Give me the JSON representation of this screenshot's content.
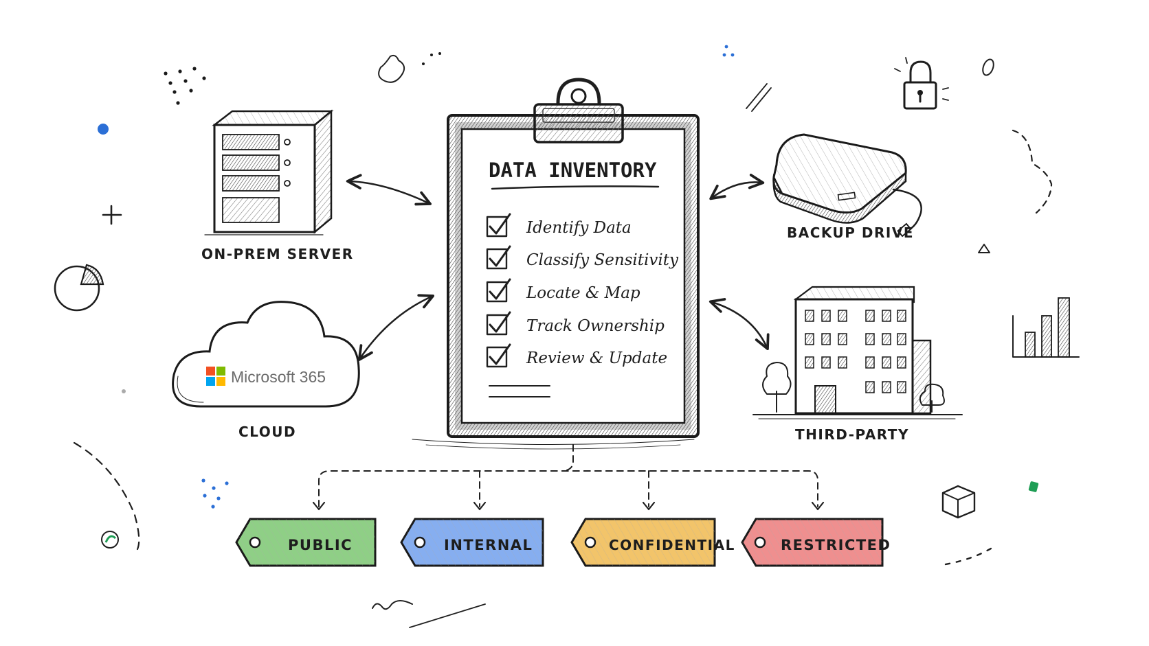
{
  "clipboard": {
    "title": "DATA INVENTORY",
    "checklist": [
      "Identify Data",
      "Classify Sensitivity",
      "Locate & Map",
      "Track Ownership",
      "Review & Update"
    ]
  },
  "sources": {
    "on_prem": "ON-PREM SERVER",
    "cloud": "CLOUD",
    "cloud_logo": "Microsoft 365",
    "backup": "BACKUP DRIVE",
    "third_party": "THIRD-PARTY"
  },
  "tags": [
    {
      "label": "PUBLIC",
      "color": "#8fcf86"
    },
    {
      "label": "INTERNAL",
      "color": "#86aef0"
    },
    {
      "label": "CONFIDENTIAL",
      "color": "#f2c46a"
    },
    {
      "label": "RESTRICTED",
      "color": "#ef8f8f"
    }
  ],
  "colors": {
    "ms_red": "#f25022",
    "ms_green": "#7fba00",
    "ms_blue": "#00a4ef",
    "ms_yellow": "#ffb900",
    "accent_blue": "#2b6fd6",
    "accent_green": "#1f9d55"
  },
  "icons": [
    "server-icon",
    "cloud-icon",
    "backup-drive-icon",
    "building-icon",
    "lock-icon",
    "pie-chart-icon",
    "bar-chart-icon",
    "cube-icon",
    "clipboard-icon",
    "checkbox-icon"
  ]
}
